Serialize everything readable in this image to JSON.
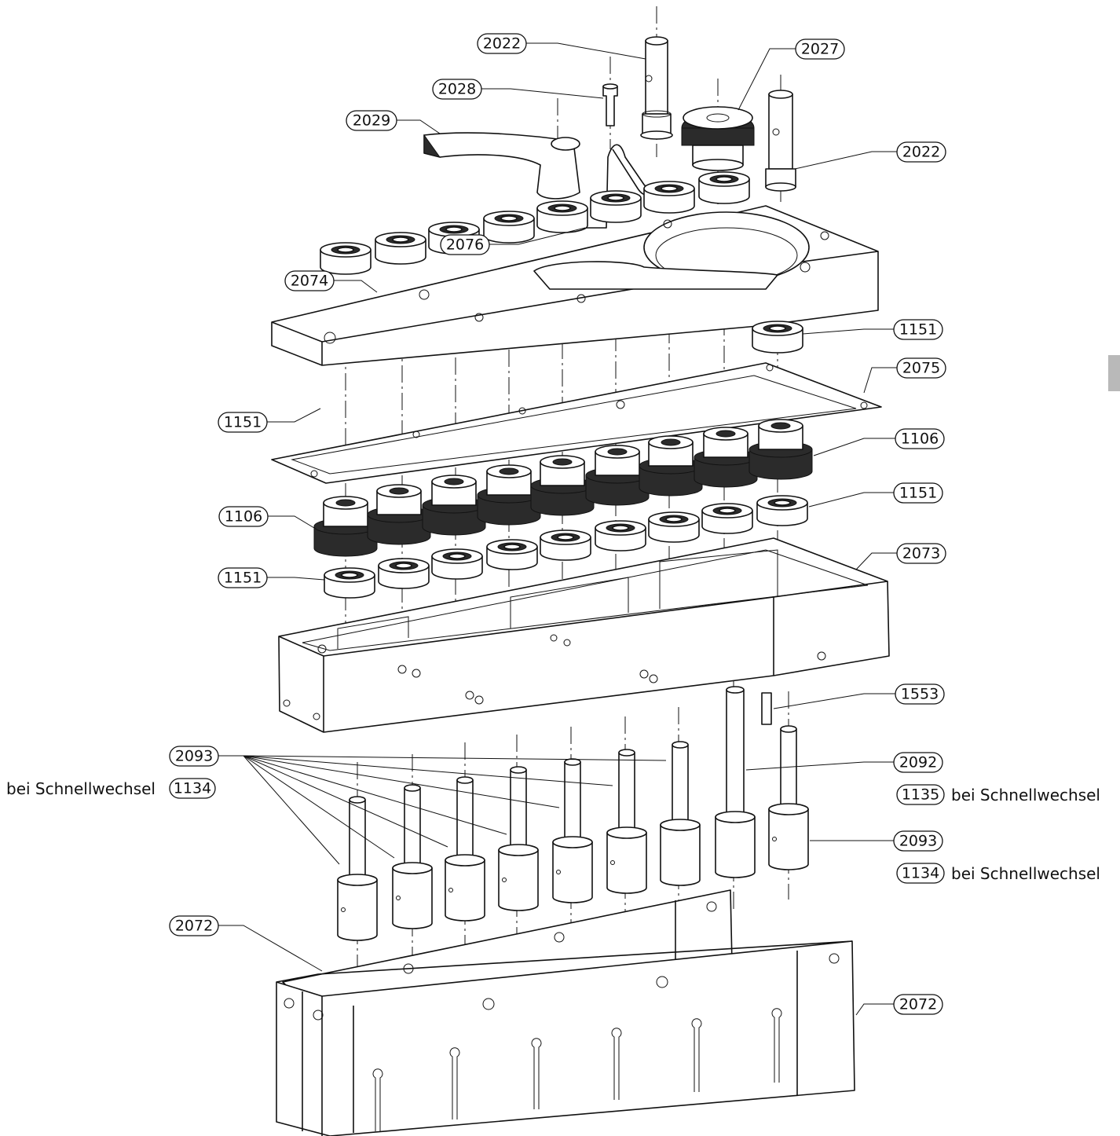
{
  "labels": {
    "p2022a": "2022",
    "p2027": "2027",
    "p2028": "2028",
    "p2029": "2029",
    "p2022b": "2022",
    "p2076": "2076",
    "p2074": "2074",
    "p1151a": "1151",
    "p2075": "2075",
    "p1151b": "1151",
    "p1106a": "1106",
    "p1106b": "1106",
    "p1151c": "1151",
    "p1151d": "1151",
    "p2073": "2073",
    "p1553": "1553",
    "p2093a": "2093",
    "p1134a": "1134",
    "p2092": "2092",
    "p1135": "1135",
    "p2093b": "2093",
    "p1134b": "1134",
    "p2072a": "2072",
    "p2072b": "2072"
  },
  "notes": {
    "quick_change_left": "bei Schnellwechsel",
    "quick_change_right_1": "bei Schnellwechsel",
    "quick_change_right_2": "bei Schnellwechsel"
  },
  "colors": {
    "line": "#111111",
    "gear_fill": "#2b2b2b",
    "side_tab": "#b9b9b9"
  }
}
